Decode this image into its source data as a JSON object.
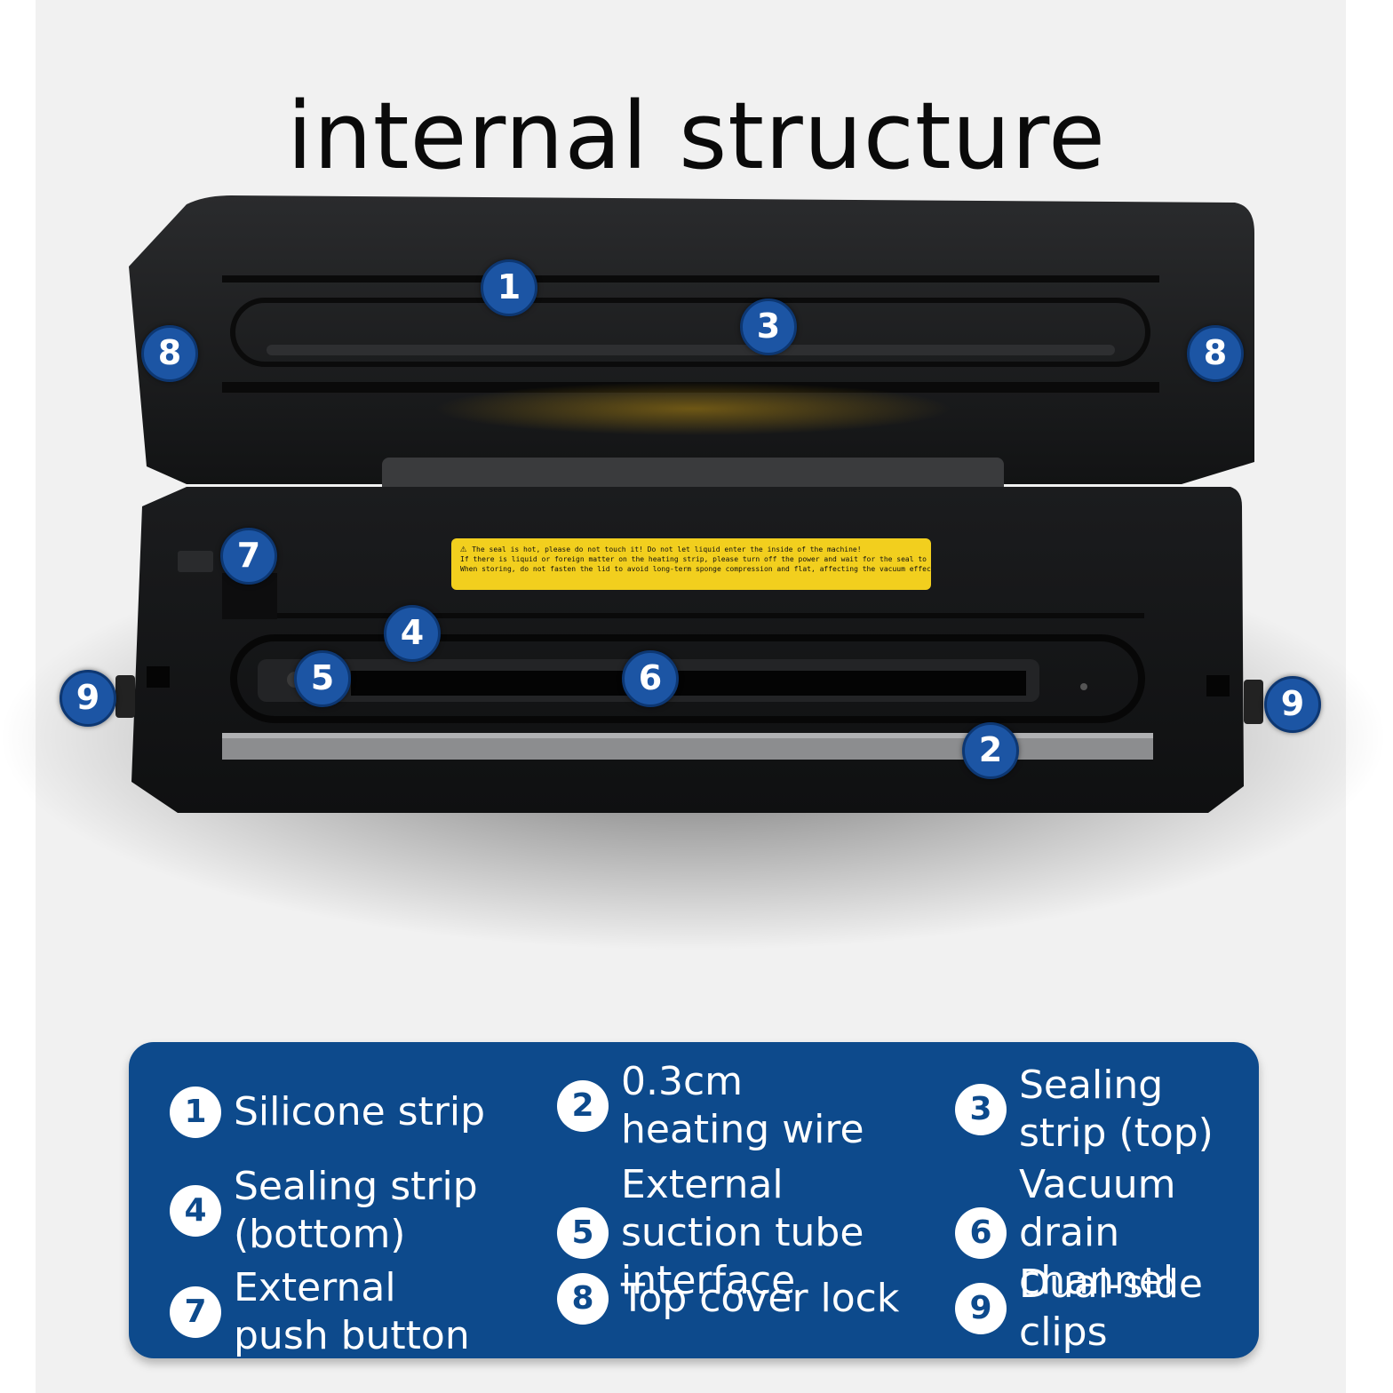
{
  "title": "internal structure",
  "warning_label": {
    "line1": "The seal is hot, please do not touch it! Do not let liquid enter the inside of the machine!",
    "line2": "If there is liquid or foreign matter on the heating strip, please turn off the power and wait for the seal to cool down and dry and clean it in time!",
    "line3": "When storing, do not fasten the lid to avoid long-term sponge compression and flat, affecting the vacuum effect!"
  },
  "callouts": [
    "1",
    "3",
    "8",
    "8",
    "7",
    "4",
    "5",
    "6",
    "9",
    "9",
    "2"
  ],
  "legend": [
    {
      "num": "1",
      "label": "Silicone strip"
    },
    {
      "num": "2",
      "label": "0.3cm heating wire"
    },
    {
      "num": "3",
      "label": "Sealing strip (top)"
    },
    {
      "num": "4",
      "label": "Sealing strip (bottom)"
    },
    {
      "num": "5",
      "label": "External suction tube interface"
    },
    {
      "num": "6",
      "label": "Vacuum drain channel"
    },
    {
      "num": "7",
      "label": "External push button"
    },
    {
      "num": "8",
      "label": "Top cover lock"
    },
    {
      "num": "9",
      "label": "Dual-side clips"
    }
  ],
  "colors": {
    "legend_bg": "#0d4a8c",
    "callout_bg": "#1c55a4",
    "warning": "#f2cf1e",
    "device": "#161718"
  }
}
